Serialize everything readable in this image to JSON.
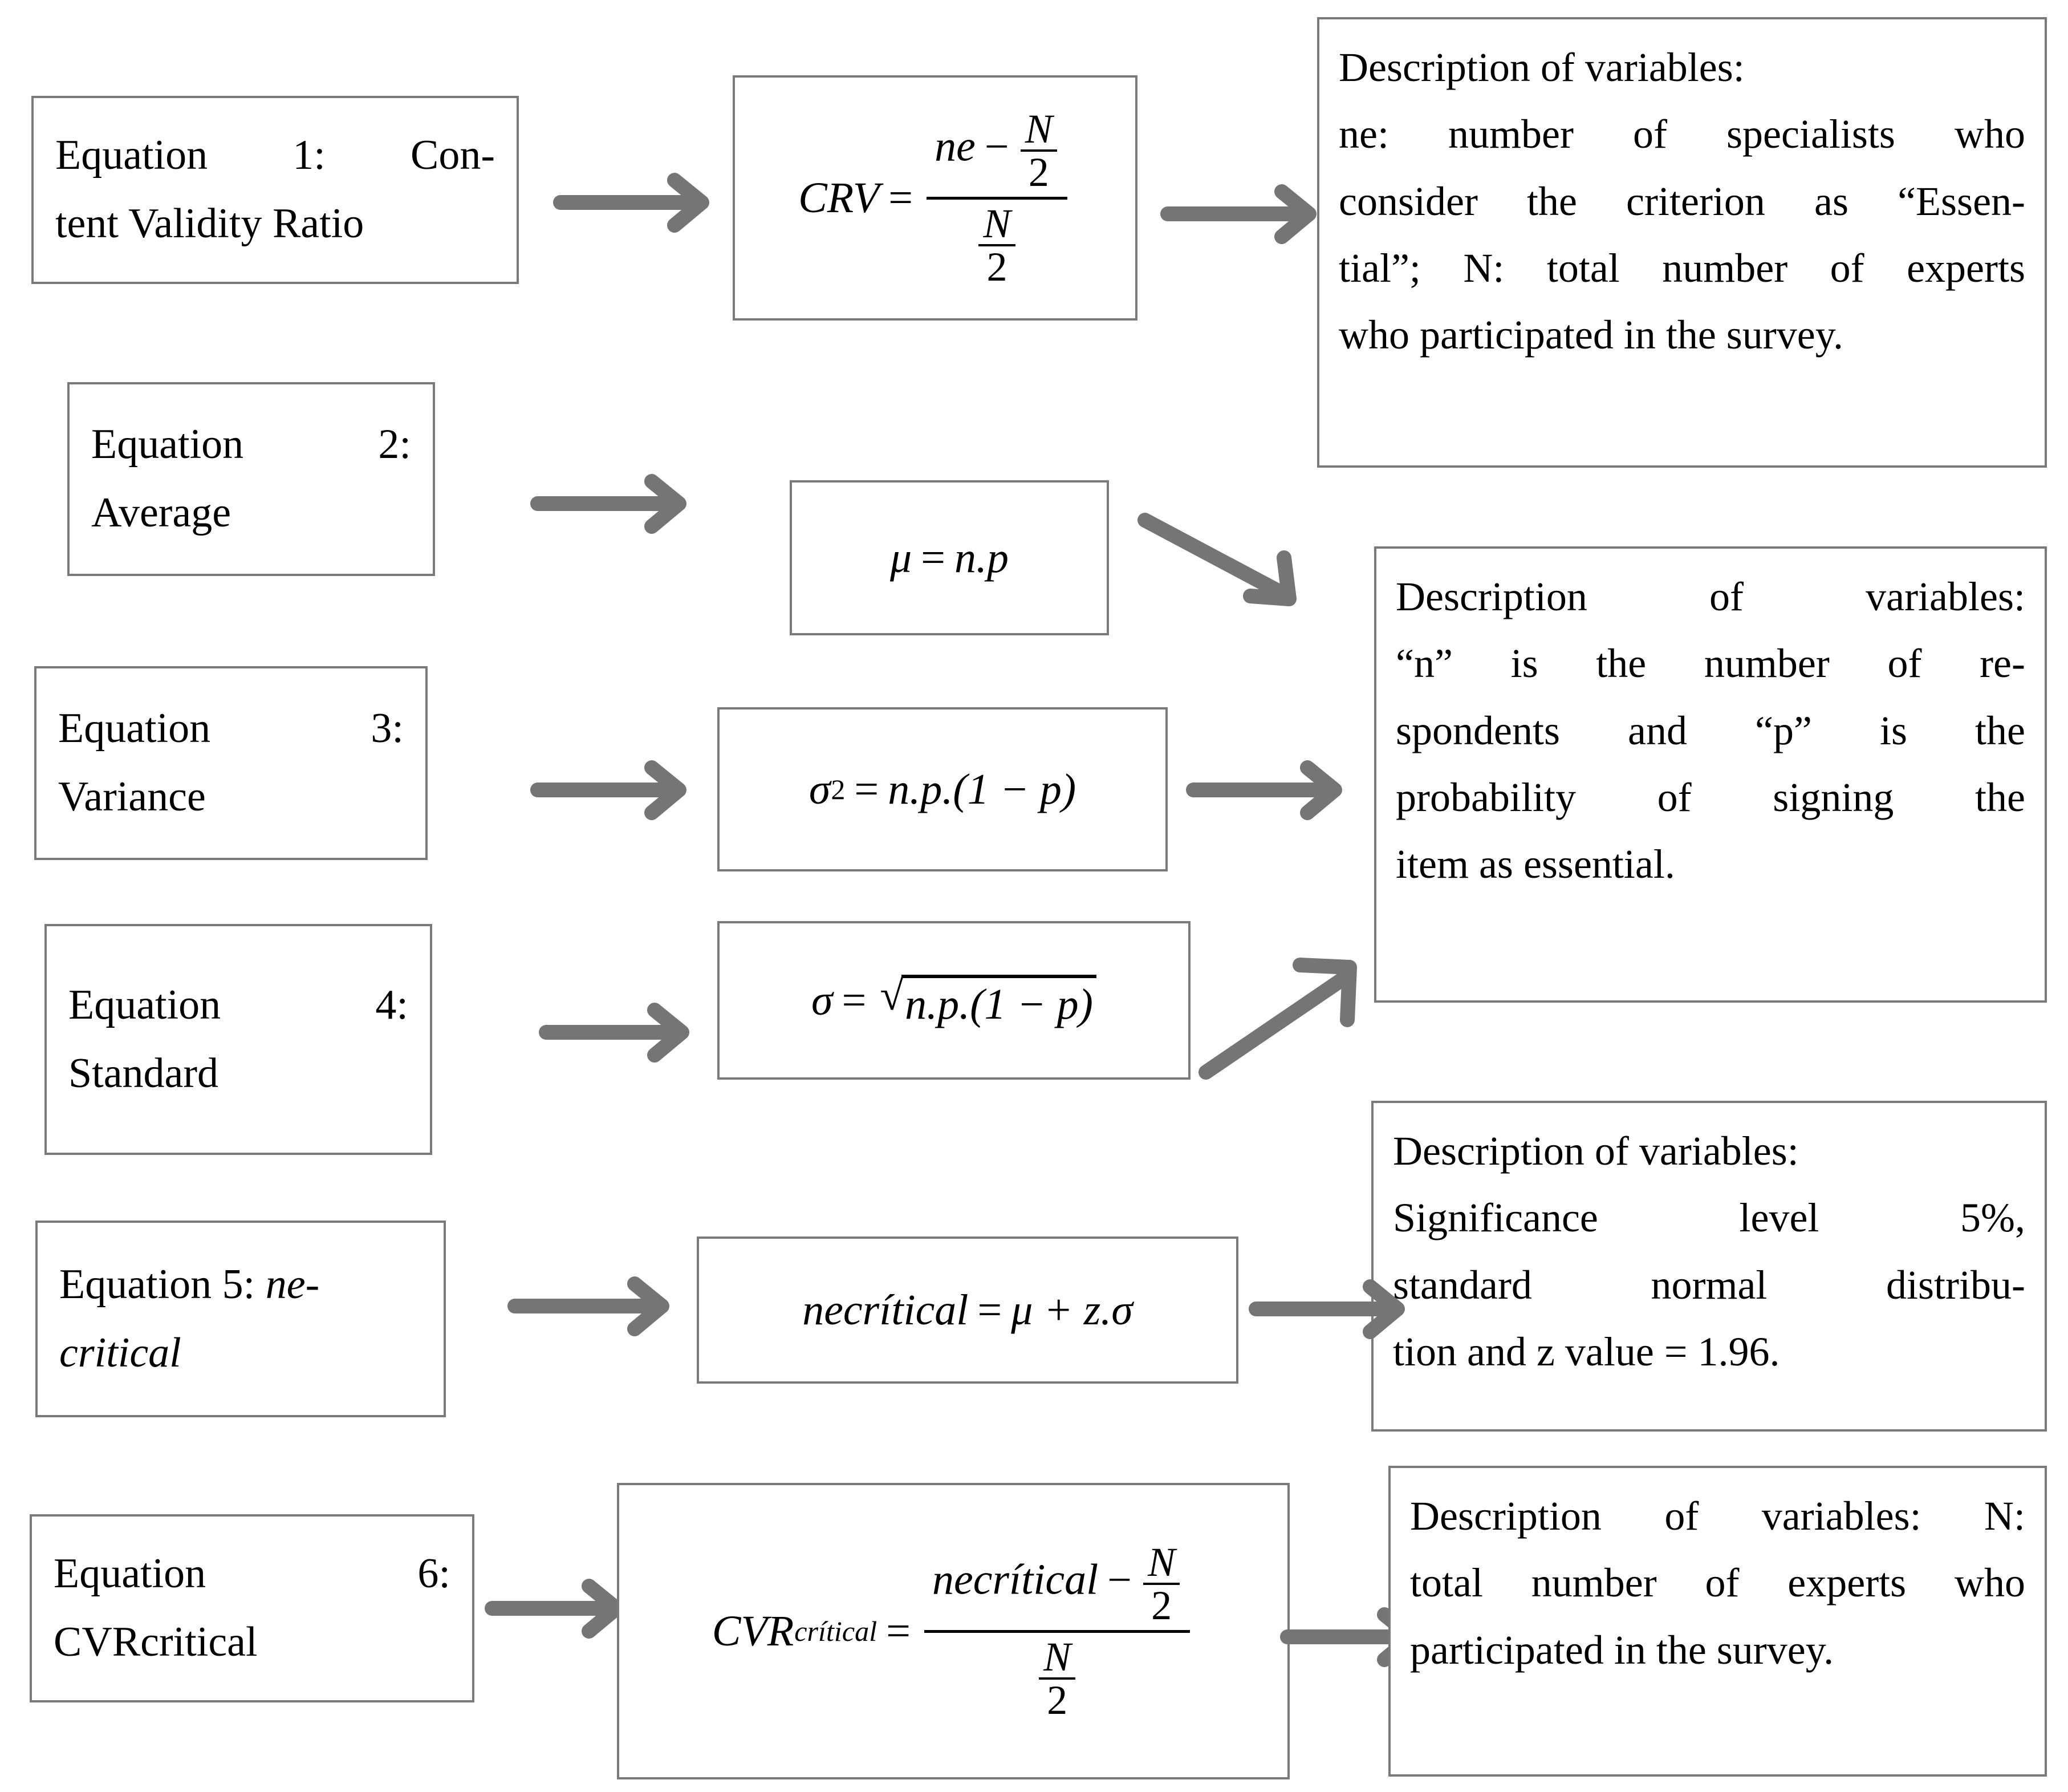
{
  "diagram": {
    "title": "Content Validity Ratio equations flow diagram",
    "accent_color": "#7a7a7a",
    "border_color": "#7a7a7a",
    "arrow_color": "#757575",
    "text_color": "#000000",
    "background": "#ffffff"
  },
  "rows": [
    {
      "label": {
        "line1": "Equation 1: Con-",
        "line2": "tent Validity Ratio"
      },
      "equation": {
        "lhs": "CRV",
        "equals": "=",
        "numerator_left": "ne",
        "numerator_op": "−",
        "numerator_frac_num": "N",
        "numerator_frac_den": "2",
        "denominator_num": "N",
        "denominator_den": "2",
        "plain": "CRV = (ne − N/2) / (N/2)"
      }
    },
    {
      "label": {
        "line1": "Equation 2:",
        "line2": "Average"
      },
      "equation": {
        "lhs": "μ",
        "equals": "=",
        "rhs": "n.p",
        "plain": "μ = n.p"
      }
    },
    {
      "label": {
        "line1": "Equation 3:",
        "line2": "Variance"
      },
      "equation": {
        "lhs": "σ",
        "exponent": "2",
        "equals": "=",
        "rhs": "n.p.(1 − p)",
        "plain": "σ² = n.p.(1 − p)"
      }
    },
    {
      "label": {
        "line1": "Equation 4:",
        "line2": "Standard"
      },
      "equation": {
        "lhs": "σ",
        "equals": "=",
        "radical_glyph": "√",
        "radicand": "n.p.(1 − p)",
        "plain": "σ = √(n.p.(1 − p))"
      }
    },
    {
      "label": {
        "line1_plain": "Equation 5: ",
        "line1_italic": "ne-",
        "line2_italic": "critical"
      },
      "equation": {
        "lhs": "necrítical",
        "equals": "=",
        "rhs": "μ + z.σ",
        "plain": "necrítical = μ + z.σ"
      }
    },
    {
      "label": {
        "line1": "Equation 6:",
        "line2": "CVRcritical"
      },
      "equation": {
        "lhs": "CVR",
        "lhs_sub": "crítical",
        "equals": "=",
        "numerator_left": "necrítical",
        "numerator_op": "−",
        "numerator_frac_num": "N",
        "numerator_frac_den": "2",
        "denominator_num": "N",
        "denominator_den": "2",
        "plain": "CVR_crítical = (necrítical − N/2) / (N/2)"
      }
    }
  ],
  "descriptions": [
    {
      "id": "desc-1",
      "line1": "Description of variables:",
      "line2": "ne: number of specialists who",
      "line3": "consider the criterion as “Essen-",
      "line4": "tial”; N: total number of experts",
      "line5": "who participated in the survey."
    },
    {
      "id": "desc-2",
      "line1": "Description of variables:",
      "line2": "“n” is the number of re-",
      "line3": "spondents and “p” is the",
      "line4": "probability of signing the",
      "line5": "item as essential."
    },
    {
      "id": "desc-3",
      "line1": "Description of variables:",
      "line2": "Significance level 5%,",
      "line3": "standard normal distribu-",
      "line4": "tion and z value = 1.96."
    },
    {
      "id": "desc-4",
      "line1": "Description of variables: N:",
      "line2": "total number of experts who",
      "line3": "participated in the survey."
    }
  ],
  "arrows": [
    {
      "name": "arrow-eq1-label-to-formula",
      "direction": "right"
    },
    {
      "name": "arrow-eq1-formula-to-desc1",
      "direction": "right"
    },
    {
      "name": "arrow-eq2-label-to-formula",
      "direction": "right"
    },
    {
      "name": "arrow-eq2-formula-to-desc2",
      "direction": "down-right"
    },
    {
      "name": "arrow-eq3-label-to-formula",
      "direction": "right"
    },
    {
      "name": "arrow-eq3-formula-to-desc2",
      "direction": "right"
    },
    {
      "name": "arrow-eq4-label-to-formula",
      "direction": "right"
    },
    {
      "name": "arrow-eq4-formula-to-desc2",
      "direction": "up-right"
    },
    {
      "name": "arrow-eq5-label-to-formula",
      "direction": "right"
    },
    {
      "name": "arrow-eq5-formula-to-desc3",
      "direction": "right"
    },
    {
      "name": "arrow-eq6-label-to-formula",
      "direction": "right"
    },
    {
      "name": "arrow-eq6-formula-to-desc4",
      "direction": "right"
    }
  ]
}
